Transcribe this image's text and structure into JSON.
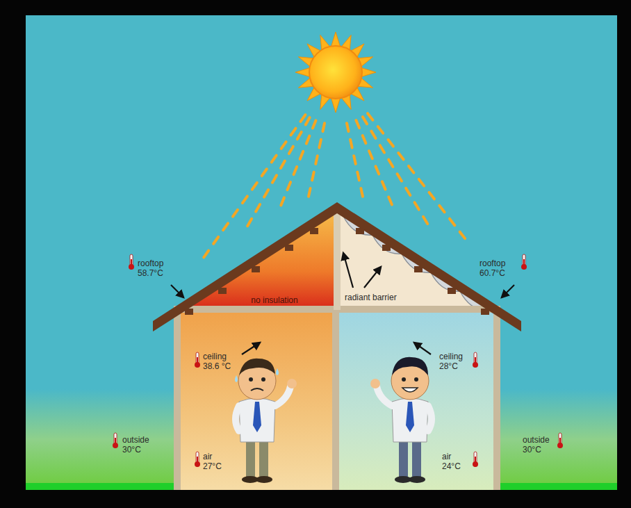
{
  "diagram": {
    "nodes": [
      {
        "text": [
          "no insulation"
        ]
      },
      {
        "text": [
          "radiant barrier"
        ]
      },
      {
        "text": [
          "ceiling 38.6 °C",
          "air 27°C"
        ]
      },
      {
        "text": [
          "ceiling 28°C",
          "air 24°C"
        ]
      }
    ],
    "labels": [
      "rooftop 58.7°C",
      "rooftop 60.7°C",
      "outside 30°C",
      "outside 30°C"
    ]
  }
}
